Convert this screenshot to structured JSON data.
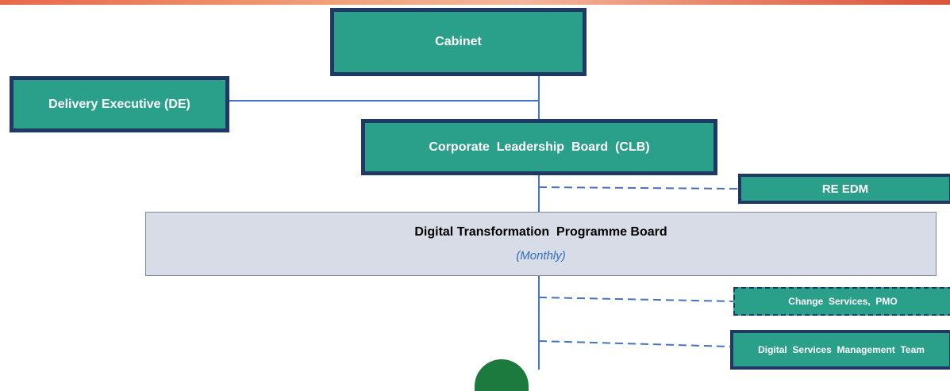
{
  "nodes": {
    "cabinet": "Cabinet",
    "delivery_executive": "Delivery Executive (DE)",
    "clb": "Corporate  Leadership  Board  (CLB)",
    "re_edm": "RE EDM",
    "dtpb_title": "Digital Transformation  Programme Board",
    "dtpb_frequency": "(Monthly)",
    "change_services": "Change  Services,  PMO",
    "dsmt": "Digital  Services  Management  Team"
  },
  "colors": {
    "box_fill": "#2aa08a",
    "box_border": "#1f3864",
    "connector": "#4472c4",
    "board_fill": "#d8dce6",
    "frequency_text": "#2f6cc3"
  }
}
